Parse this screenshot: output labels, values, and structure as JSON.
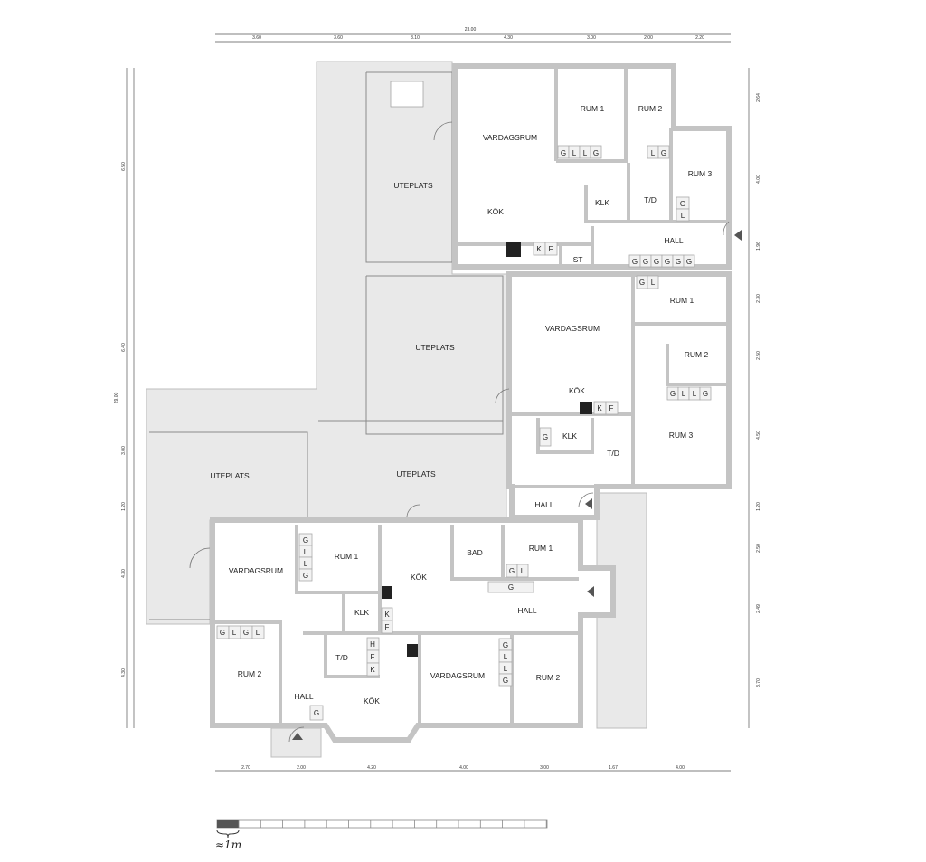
{
  "dimensions": {
    "top_total": "23.00",
    "top": [
      "3.60",
      "3.60",
      "3.10",
      "4.30",
      "3.00",
      "2.00",
      "2.20"
    ],
    "left_total": "29.00",
    "left": [
      "6.50",
      "6.40",
      "3.00",
      "1.20",
      "4.30",
      "4.30"
    ],
    "right": [
      "2.64",
      "4.00",
      "1.96",
      "2.30",
      "2.50",
      "4.50",
      "1.20",
      "2.50",
      "2.49",
      "3.70"
    ],
    "bottom": [
      "2.70",
      "2.00",
      "4.20",
      "4.00",
      "3.00",
      "1.67",
      "4.00"
    ]
  },
  "patios": [
    "UTEPLATS",
    "UTEPLATS",
    "UTEPLATS",
    "UTEPLATS"
  ],
  "unit_top": {
    "rooms": [
      "VARDAGSRUM",
      "KÖK",
      "RUM 1",
      "RUM 2",
      "RUM 3",
      "KLK",
      "T/D",
      "HALL",
      "ST"
    ],
    "closets_rum1": [
      "G",
      "L",
      "L",
      "G"
    ],
    "closets_rum2": [
      "L",
      "G"
    ],
    "closets_rum3": [
      "G",
      "L"
    ],
    "hall_closets": [
      "G",
      "G",
      "G",
      "G",
      "G",
      "G"
    ],
    "kitchen": [
      "K",
      "F"
    ]
  },
  "unit_middle": {
    "rooms": [
      "VARDAGSRUM",
      "KÖK",
      "RUM 1",
      "RUM 2",
      "RUM 3",
      "KLK",
      "T/D",
      "HALL"
    ],
    "closets_top": [
      "G",
      "L"
    ],
    "closets_rum3": [
      "G",
      "L",
      "L",
      "G"
    ],
    "klk_closet": [
      "G"
    ],
    "kitchen": [
      "K",
      "F"
    ]
  },
  "unit_bottom_left": {
    "rooms": [
      "VARDAGSRUM",
      "RUM 1",
      "KÖK",
      "KLK",
      "RUM 2",
      "T/D",
      "HALL",
      "KÖK"
    ],
    "closets_rum1": [
      "G",
      "L",
      "L",
      "G"
    ],
    "closets_rum2": [
      "G",
      "L",
      "G",
      "L"
    ],
    "kitchen": [
      "K",
      "F"
    ],
    "td_units": [
      "H",
      "F",
      "K"
    ],
    "hall_closet": [
      "G"
    ]
  },
  "unit_bottom_right": {
    "rooms": [
      "BAD",
      "RUM 1",
      "HALL",
      "VARDAGSRUM",
      "RUM 2"
    ],
    "closets_rum1": [
      "G",
      "L"
    ],
    "hall_closet": [
      "G"
    ],
    "closets_rum2": [
      "G",
      "L",
      "L",
      "G"
    ]
  },
  "scale": {
    "label": "≈1m"
  }
}
